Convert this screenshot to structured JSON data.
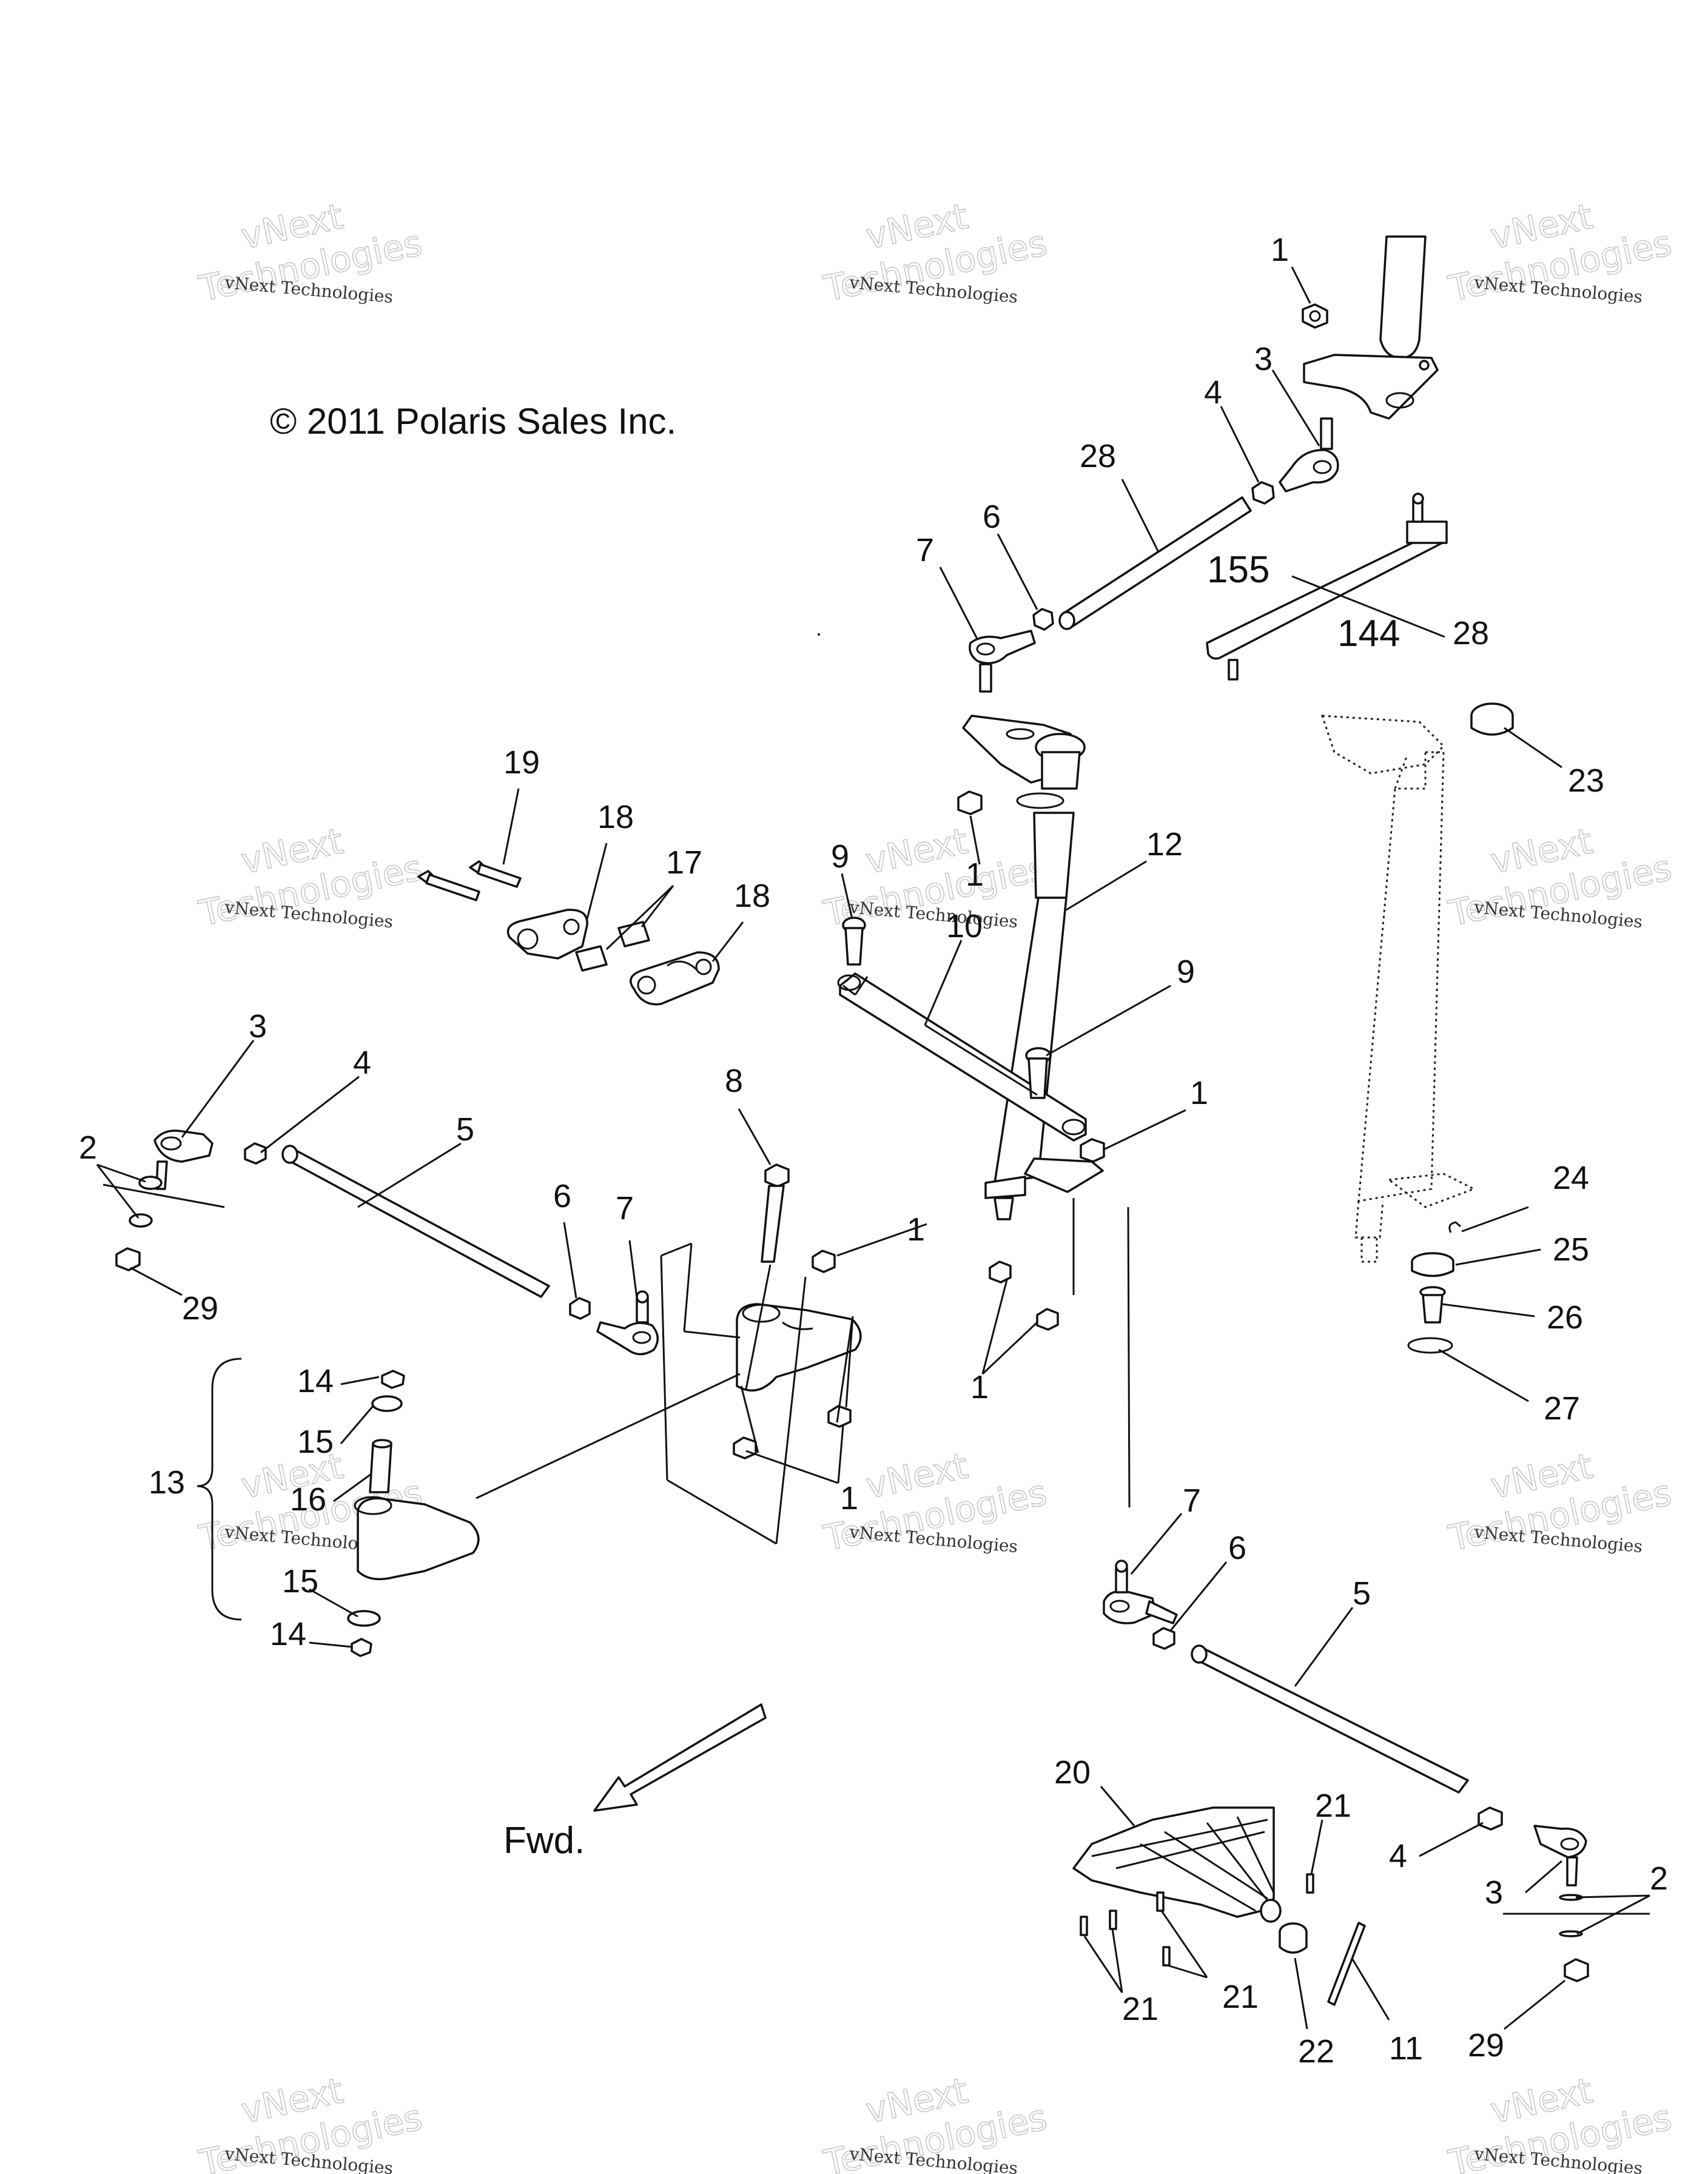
{
  "copyright": "© 2011 Polaris Sales Inc.",
  "direction_label": "Fwd.",
  "size_labels": [
    "155",
    "144"
  ],
  "watermark": {
    "line1": "vNext Technologies",
    "big1": "vNext",
    "big2": "Technologies"
  },
  "callouts": {
    "c1a": "1",
    "c3a": "3",
    "c4a": "4",
    "c28a": "28",
    "c6a": "6",
    "c7a": "7",
    "c28b": "28",
    "c23": "23",
    "c19": "19",
    "c18a": "18",
    "c17": "17",
    "c18b": "18",
    "c9a": "9",
    "c1b": "1",
    "c10": "10",
    "c12": "12",
    "c9b": "9",
    "c1c": "1",
    "c3b": "3",
    "c4b": "4",
    "c5a": "5",
    "c2a": "2",
    "c6b": "6",
    "c7b": "7",
    "c8": "8",
    "c1d": "1",
    "c29a": "29",
    "c24": "24",
    "c25": "25",
    "c26": "26",
    "c1e": "1",
    "c27": "27",
    "c14a": "14",
    "c15a": "15",
    "c13": "13",
    "c16": "16",
    "c1f": "1",
    "c15b": "15",
    "c14b": "14",
    "c7c": "7",
    "c6c": "6",
    "c5b": "5",
    "c20": "20",
    "c21a": "21",
    "c4c": "4",
    "c2b": "2",
    "c3c": "3",
    "c21b": "21",
    "c21c": "21",
    "c22": "22",
    "c11": "11",
    "c29b": "29"
  }
}
